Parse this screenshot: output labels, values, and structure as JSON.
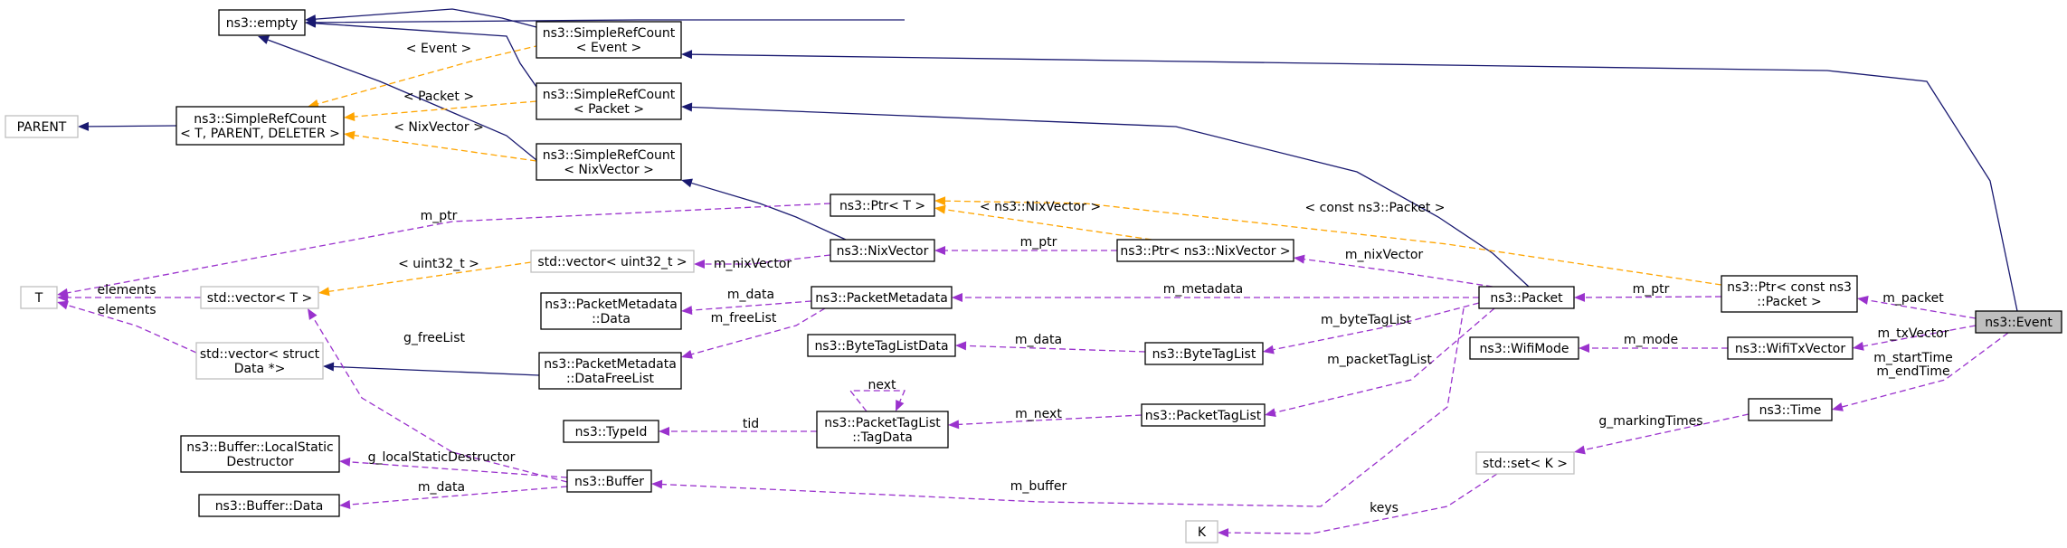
{
  "nodes": {
    "empty": [
      "ns3::empty"
    ],
    "parent": [
      "PARENT"
    ],
    "src": [
      "ns3::SimpleRefCount",
      "< T, PARENT, DELETER >"
    ],
    "src_event": [
      "ns3::SimpleRefCount",
      "< Event >"
    ],
    "src_packet": [
      "ns3::SimpleRefCount",
      "< Packet >"
    ],
    "src_nix": [
      "ns3::SimpleRefCount",
      "< NixVector >"
    ],
    "t": [
      "T"
    ],
    "vec_t": [
      "std::vector< T >"
    ],
    "vec_struct": [
      "std::vector< struct",
      "Data *>"
    ],
    "vec_uint": [
      "std::vector< uint32_t >"
    ],
    "ptr_t": [
      "ns3::Ptr< T >"
    ],
    "nixvector": [
      "ns3::NixVector"
    ],
    "ptr_nix": [
      "ns3::Ptr< ns3::NixVector >"
    ],
    "pm_data": [
      "ns3::PacketMetadata",
      "::Data"
    ],
    "pm": [
      "ns3::PacketMetadata"
    ],
    "pm_free": [
      "ns3::PacketMetadata",
      "::DataFreeList"
    ],
    "btl_data": [
      "ns3::ByteTagListData"
    ],
    "btl": [
      "ns3::ByteTagList"
    ],
    "typeid": [
      "ns3::TypeId"
    ],
    "ptl_tag": [
      "ns3::PacketTagList",
      "::TagData"
    ],
    "ptl": [
      "ns3::PacketTagList"
    ],
    "buf_lsd": [
      "ns3::Buffer::LocalStatic",
      "Destructor"
    ],
    "buf_data": [
      "ns3::Buffer::Data"
    ],
    "buffer": [
      "ns3::Buffer"
    ],
    "packet": [
      "ns3::Packet"
    ],
    "ptr_packet": [
      "ns3::Ptr< const ns3",
      "::Packet >"
    ],
    "wifimode": [
      "ns3::WifiMode"
    ],
    "wifitx": [
      "ns3::WifiTxVector"
    ],
    "time": [
      "ns3::Time"
    ],
    "set_k": [
      "std::set< K >"
    ],
    "k": [
      "K"
    ],
    "event": [
      "ns3::Event"
    ]
  },
  "edge_labels": {
    "tmpl_event": "< Event >",
    "tmpl_packet": "< Packet >",
    "tmpl_nix": "< NixVector >",
    "m_ptr_t": "m_ptr",
    "elements_1": "elements",
    "elements_2": "elements",
    "tmpl_uint": "< uint32_t >",
    "m_nixvector_vec": "m_nixVector",
    "tmpl_ptr_nix": "< ns3::NixVector >",
    "m_ptr_nix": "m_ptr",
    "tmpl_const_packet": "< const ns3::Packet >",
    "m_nixvector": "m_nixVector",
    "m_data_pm": "m_data",
    "m_freelist": "m_freeList",
    "m_metadata": "m_metadata",
    "g_freelist": "g_freeList",
    "m_data_btl": "m_data",
    "m_bytetaglist": "m_byteTagList",
    "m_packettaglist": "m_packetTagList",
    "next": "next",
    "tid": "tid",
    "m_next": "m_next",
    "g_lsd": "g_localStaticDestructor",
    "m_data_buf": "m_data",
    "m_buffer": "m_buffer",
    "m_ptr_packet": "m_ptr",
    "m_packet": "m_packet",
    "m_mode": "m_mode",
    "m_txvector": "m_txVector",
    "m_starttime": "m_startTime",
    "m_endtime": "m_endTime",
    "g_markingtimes": "g_markingTimes",
    "keys": "keys"
  },
  "colors": {
    "inheritance": "#191970",
    "template_instance": "#ffa500",
    "usage": "#9a32cd",
    "external_node_border": "#bfbfbf",
    "focus_node_fill": "#bfbfbf"
  }
}
